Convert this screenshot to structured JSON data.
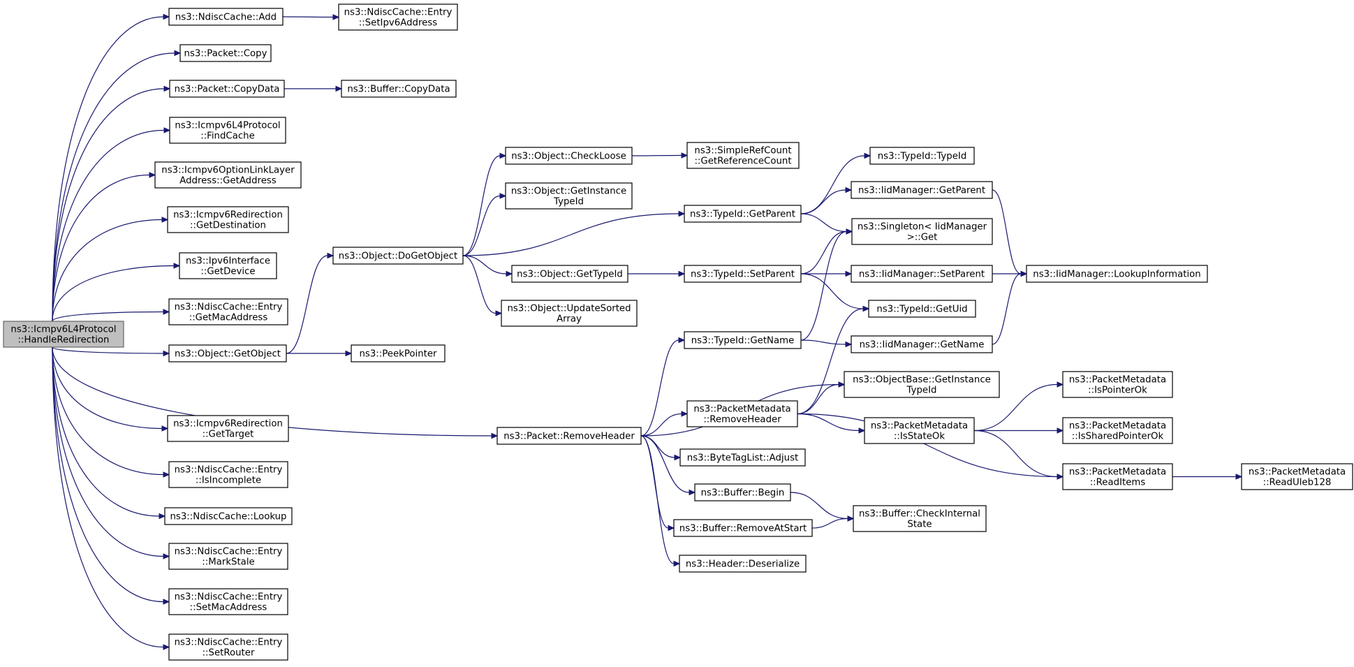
{
  "graph": {
    "colors": {
      "edge": "#191970",
      "root_fill": "#bfbfbf",
      "node_fill": "#ffffff",
      "node_border": "#000000"
    },
    "nodes": [
      {
        "id": "root",
        "lines": [
          "ns3::Icmpv6L4Protocol",
          "::HandleRedirection"
        ],
        "root": true
      },
      {
        "id": "ndisc_add",
        "lines": [
          "ns3::NdiscCache::Add"
        ]
      },
      {
        "id": "setipv6",
        "lines": [
          "ns3::NdiscCache::Entry",
          "::SetIpv6Address"
        ]
      },
      {
        "id": "pkt_copy",
        "lines": [
          "ns3::Packet::Copy"
        ]
      },
      {
        "id": "pkt_copydata",
        "lines": [
          "ns3::Packet::CopyData"
        ]
      },
      {
        "id": "buf_copydata",
        "lines": [
          "ns3::Buffer::CopyData"
        ]
      },
      {
        "id": "findcache",
        "lines": [
          "ns3::Icmpv6L4Protocol",
          "::FindCache"
        ]
      },
      {
        "id": "getaddress",
        "lines": [
          "ns3::Icmpv6OptionLinkLayer",
          "Address::GetAddress"
        ]
      },
      {
        "id": "getdestination",
        "lines": [
          "ns3::Icmpv6Redirection",
          "::GetDestination"
        ]
      },
      {
        "id": "getdevice",
        "lines": [
          "ns3::Ipv6Interface",
          "::GetDevice"
        ]
      },
      {
        "id": "getmac",
        "lines": [
          "ns3::NdiscCache::Entry",
          "::GetMacAddress"
        ]
      },
      {
        "id": "getobject",
        "lines": [
          "ns3::Object::GetObject"
        ]
      },
      {
        "id": "peekpointer",
        "lines": [
          "ns3::PeekPointer"
        ]
      },
      {
        "id": "dogetobject",
        "lines": [
          "ns3::Object::DoGetObject"
        ]
      },
      {
        "id": "checkloose",
        "lines": [
          "ns3::Object::CheckLoose"
        ]
      },
      {
        "id": "getrefcount",
        "lines": [
          "ns3::SimpleRefCount",
          "::GetReferenceCount"
        ]
      },
      {
        "id": "getinstancetypeid",
        "lines": [
          "ns3::Object::GetInstance",
          "TypeId"
        ]
      },
      {
        "id": "obj_gettypeid",
        "lines": [
          "ns3::Object::GetTypeId"
        ]
      },
      {
        "id": "updatesorted",
        "lines": [
          "ns3::Object::UpdateSorted",
          "Array"
        ]
      },
      {
        "id": "typeid_getparent",
        "lines": [
          "ns3::TypeId::GetParent"
        ]
      },
      {
        "id": "typeid_typeid",
        "lines": [
          "ns3::TypeId::TypeId"
        ]
      },
      {
        "id": "iid_getparent",
        "lines": [
          "ns3::IidManager::GetParent"
        ]
      },
      {
        "id": "singleton_get",
        "lines": [
          "ns3::Singleton< IidManager",
          ">::Get"
        ]
      },
      {
        "id": "typeid_setparent",
        "lines": [
          "ns3::TypeId::SetParent"
        ]
      },
      {
        "id": "iid_setparent",
        "lines": [
          "ns3::IidManager::SetParent"
        ]
      },
      {
        "id": "lookupinfo",
        "lines": [
          "ns3::IidManager::LookupInformation"
        ]
      },
      {
        "id": "typeid_getuid",
        "lines": [
          "ns3::TypeId::GetUid"
        ]
      },
      {
        "id": "typeid_getname",
        "lines": [
          "ns3::TypeId::GetName"
        ]
      },
      {
        "id": "iid_getname",
        "lines": [
          "ns3::IidManager::GetName"
        ]
      },
      {
        "id": "gettarget",
        "lines": [
          "ns3::Icmpv6Redirection",
          "::GetTarget"
        ]
      },
      {
        "id": "isincomplete",
        "lines": [
          "ns3::NdiscCache::Entry",
          "::IsIncomplete"
        ]
      },
      {
        "id": "lookup",
        "lines": [
          "ns3::NdiscCache::Lookup"
        ]
      },
      {
        "id": "markstale",
        "lines": [
          "ns3::NdiscCache::Entry",
          "::MarkStale"
        ]
      },
      {
        "id": "setmac",
        "lines": [
          "ns3::NdiscCache::Entry",
          "::SetMacAddress"
        ]
      },
      {
        "id": "setrouter",
        "lines": [
          "ns3::NdiscCache::Entry",
          "::SetRouter"
        ]
      },
      {
        "id": "pkt_removeheader",
        "lines": [
          "ns3::Packet::RemoveHeader"
        ]
      },
      {
        "id": "objbase_getinst",
        "lines": [
          "ns3::ObjectBase::GetInstance",
          "TypeId"
        ]
      },
      {
        "id": "pm_removeheader",
        "lines": [
          "ns3::PacketMetadata",
          "::RemoveHeader"
        ]
      },
      {
        "id": "pm_ispointerok",
        "lines": [
          "ns3::PacketMetadata",
          "::IsPointerOk"
        ]
      },
      {
        "id": "pm_isstateok",
        "lines": [
          "ns3::PacketMetadata",
          "::IsStateOk"
        ]
      },
      {
        "id": "pm_issharedptrok",
        "lines": [
          "ns3::PacketMetadata",
          "::IsSharedPointerOk"
        ]
      },
      {
        "id": "bytetaglist_adjust",
        "lines": [
          "ns3::ByteTagList::Adjust"
        ]
      },
      {
        "id": "pm_readitems",
        "lines": [
          "ns3::PacketMetadata",
          "::ReadItems"
        ]
      },
      {
        "id": "pm_readuleb",
        "lines": [
          "ns3::PacketMetadata",
          "::ReadUleb128"
        ]
      },
      {
        "id": "buf_begin",
        "lines": [
          "ns3::Buffer::Begin"
        ]
      },
      {
        "id": "buf_checkinternal",
        "lines": [
          "ns3::Buffer::CheckInternal",
          "State"
        ]
      },
      {
        "id": "buf_removeatstart",
        "lines": [
          "ns3::Buffer::RemoveAtStart"
        ]
      },
      {
        "id": "hdr_deserialize",
        "lines": [
          "ns3::Header::Deserialize"
        ]
      }
    ],
    "edges": [
      [
        "root",
        "ndisc_add"
      ],
      [
        "root",
        "pkt_copy"
      ],
      [
        "root",
        "pkt_copydata"
      ],
      [
        "root",
        "findcache"
      ],
      [
        "root",
        "getaddress"
      ],
      [
        "root",
        "getdestination"
      ],
      [
        "root",
        "getdevice"
      ],
      [
        "root",
        "getmac"
      ],
      [
        "root",
        "getobject"
      ],
      [
        "root",
        "gettarget"
      ],
      [
        "root",
        "isincomplete"
      ],
      [
        "root",
        "lookup"
      ],
      [
        "root",
        "markstale"
      ],
      [
        "root",
        "setmac"
      ],
      [
        "root",
        "setrouter"
      ],
      [
        "root",
        "pkt_removeheader"
      ],
      [
        "ndisc_add",
        "setipv6"
      ],
      [
        "pkt_copydata",
        "buf_copydata"
      ],
      [
        "getobject",
        "dogetobject"
      ],
      [
        "getobject",
        "peekpointer"
      ],
      [
        "dogetobject",
        "checkloose"
      ],
      [
        "dogetobject",
        "getinstancetypeid"
      ],
      [
        "dogetobject",
        "typeid_getparent"
      ],
      [
        "dogetobject",
        "obj_gettypeid"
      ],
      [
        "dogetobject",
        "updatesorted"
      ],
      [
        "checkloose",
        "getrefcount"
      ],
      [
        "typeid_getparent",
        "typeid_typeid"
      ],
      [
        "typeid_getparent",
        "iid_getparent"
      ],
      [
        "typeid_getparent",
        "singleton_get"
      ],
      [
        "obj_gettypeid",
        "typeid_setparent"
      ],
      [
        "typeid_setparent",
        "singleton_get"
      ],
      [
        "typeid_setparent",
        "iid_setparent"
      ],
      [
        "typeid_setparent",
        "typeid_getuid"
      ],
      [
        "iid_getparent",
        "lookupinfo"
      ],
      [
        "iid_setparent",
        "lookupinfo"
      ],
      [
        "iid_getname",
        "lookupinfo"
      ],
      [
        "typeid_getname",
        "singleton_get"
      ],
      [
        "typeid_getname",
        "iid_getname"
      ],
      [
        "pkt_removeheader",
        "typeid_getname"
      ],
      [
        "pkt_removeheader",
        "objbase_getinst"
      ],
      [
        "pkt_removeheader",
        "pm_removeheader"
      ],
      [
        "pkt_removeheader",
        "bytetaglist_adjust"
      ],
      [
        "pkt_removeheader",
        "buf_begin"
      ],
      [
        "pkt_removeheader",
        "buf_removeatstart"
      ],
      [
        "pkt_removeheader",
        "hdr_deserialize"
      ],
      [
        "pm_removeheader",
        "typeid_getuid"
      ],
      [
        "pm_removeheader",
        "objbase_getinst"
      ],
      [
        "pm_removeheader",
        "pm_isstateok"
      ],
      [
        "pm_removeheader",
        "pm_readitems"
      ],
      [
        "pm_isstateok",
        "pm_ispointerok"
      ],
      [
        "pm_isstateok",
        "pm_issharedptrok"
      ],
      [
        "pm_isstateok",
        "pm_readitems"
      ],
      [
        "pm_readitems",
        "pm_readuleb"
      ],
      [
        "buf_begin",
        "buf_checkinternal"
      ],
      [
        "buf_removeatstart",
        "buf_checkinternal"
      ]
    ]
  }
}
